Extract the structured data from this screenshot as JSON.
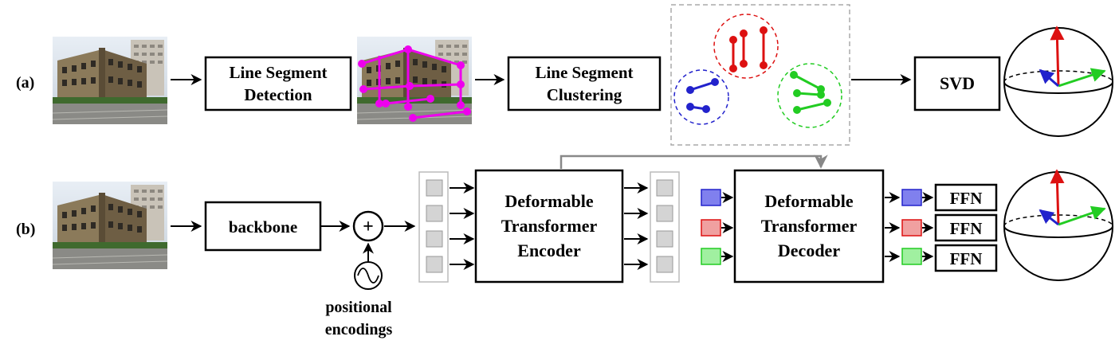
{
  "row_a": {
    "label": "(a)",
    "detection": [
      "Line Segment",
      "Detection"
    ],
    "clustering": [
      "Line Segment",
      "Clustering"
    ],
    "svd": "SVD"
  },
  "row_b": {
    "label": "(b)",
    "backbone": "backbone",
    "plus": "+",
    "positional": [
      "positional",
      "encodings"
    ],
    "encoder": [
      "Deformable",
      "Transformer",
      "Encoder"
    ],
    "decoder": [
      "Deformable",
      "Transformer",
      "Decoder"
    ],
    "ffn": [
      "FFN",
      "FFN",
      "FFN"
    ]
  },
  "colors": {
    "blue": "#2222cc",
    "red": "#dd1111",
    "green": "#22cc22",
    "magenta": "#ee00ee",
    "gray": "#999999",
    "query_blue_fill": "#8080ee",
    "query_red_fill": "#f0a0a0",
    "query_green_fill": "#a0f0a0"
  }
}
